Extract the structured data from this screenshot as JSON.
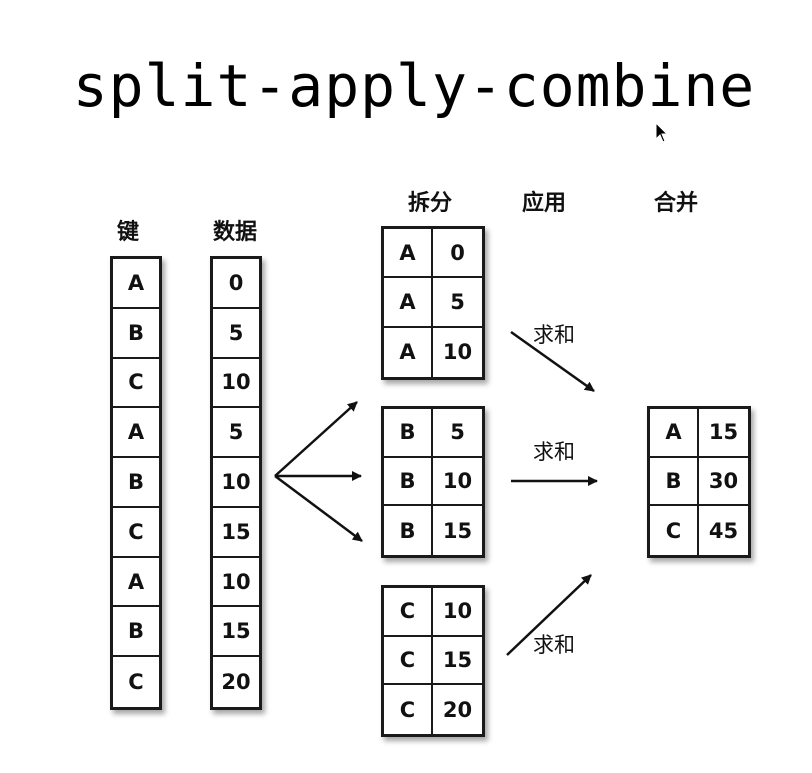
{
  "title": "split-apply-combine",
  "labels": {
    "key": "键",
    "data": "数据",
    "split": "拆分",
    "apply": "应用",
    "combine": "合并",
    "op": "求和"
  },
  "keys": [
    "A",
    "B",
    "C",
    "A",
    "B",
    "C",
    "A",
    "B",
    "C"
  ],
  "data": [
    "0",
    "5",
    "10",
    "5",
    "10",
    "15",
    "10",
    "15",
    "20"
  ],
  "groups": [
    {
      "rows": [
        [
          "A",
          "0"
        ],
        [
          "A",
          "5"
        ],
        [
          "A",
          "10"
        ]
      ]
    },
    {
      "rows": [
        [
          "B",
          "5"
        ],
        [
          "B",
          "10"
        ],
        [
          "B",
          "15"
        ]
      ]
    },
    {
      "rows": [
        [
          "C",
          "10"
        ],
        [
          "C",
          "15"
        ],
        [
          "C",
          "20"
        ]
      ]
    }
  ],
  "result": [
    [
      "A",
      "15"
    ],
    [
      "B",
      "30"
    ],
    [
      "C",
      "45"
    ]
  ]
}
